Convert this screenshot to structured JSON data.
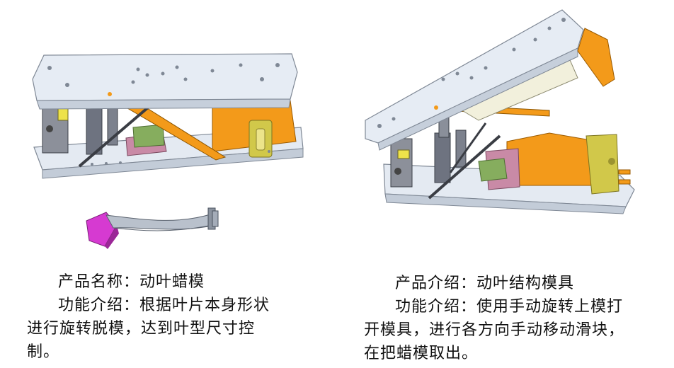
{
  "left": {
    "title_line": "产品名称：动叶蜡模",
    "function_lines": [
      "功能介绍：根据叶片本身形状",
      "进行旋转脱模，达到叶型尺寸控",
      "制。"
    ],
    "mold_image": "closed-mold-render",
    "part_image": "blade-wax-part-render"
  },
  "right": {
    "title_line": "产品介绍：动叶结构模具",
    "function_lines": [
      "功能介绍：使用手动旋转上模打",
      "开模具，进行各方向手动移动滑块，",
      "在把蜡模取出。"
    ],
    "mold_image": "open-mold-render"
  },
  "colors": {
    "plate": "#dfe6ef",
    "plate_edge": "#8a94a3",
    "orange": "#f39200",
    "olive": "#cfc84a",
    "magenta": "#cc33cc",
    "pink": "#c98aa6",
    "green": "#7ea35a",
    "gray": "#6b6f76"
  }
}
